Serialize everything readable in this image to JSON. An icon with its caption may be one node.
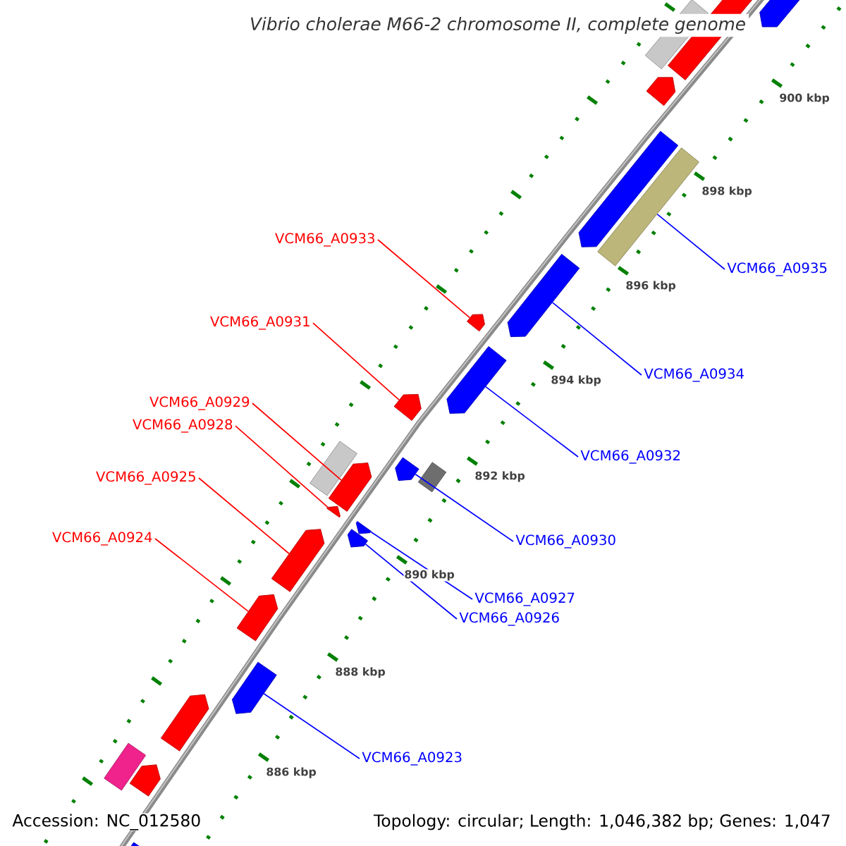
{
  "diagram": {
    "title": "Vibrio cholerae M66-2 chromosome II, complete genome",
    "nodes": [
      {
        "text": [
          "VCM66_A0933"
        ]
      },
      {
        "text": [
          "VCM66_A0935"
        ]
      },
      {
        "text": [
          "VCM66_A0931"
        ]
      },
      {
        "text": [
          "VCM66_A0934"
        ]
      },
      {
        "text": [
          "VCM66_A0929"
        ]
      },
      {
        "text": [
          "VCM66_A0928"
        ]
      },
      {
        "text": [
          "VCM66_A0932"
        ]
      },
      {
        "text": [
          "VCM66_A0925"
        ]
      },
      {
        "text": [
          "VCM66_A0924"
        ]
      },
      {
        "text": [
          "VCM66_A0930"
        ]
      },
      {
        "text": [
          "VCM66_A0927"
        ]
      },
      {
        "text": [
          "VCM66_A0926"
        ]
      },
      {
        "text": [
          "VCM66_A0923"
        ]
      },
      {
        "text": [],
        "shape": "pentagon"
      },
      {
        "text": [],
        "shape": "box"
      },
      {
        "text": [],
        "shape": "pentagon"
      },
      {
        "text": [],
        "shape": "pentagon"
      },
      {
        "text": [],
        "shape": "pentagon"
      },
      {
        "text": [],
        "shape": "box"
      },
      {
        "text": [],
        "shape": "pentagon"
      },
      {
        "text": [],
        "shape": "pentagon"
      },
      {
        "text": [],
        "shape": "pentagon"
      },
      {
        "text": [],
        "shape": "pentagon"
      },
      {
        "text": [],
        "shape": "box"
      },
      {
        "text": [],
        "shape": "pentagon"
      },
      {
        "text": [],
        "shape": "box"
      },
      {
        "text": [],
        "shape": "pentagon"
      },
      {
        "text": [],
        "shape": "pentagon"
      },
      {
        "text": [],
        "shape": "pentagon"
      },
      {
        "text": [],
        "shape": "pentagon"
      },
      {
        "text": [],
        "shape": "pentagon"
      },
      {
        "text": [],
        "shape": "pentagon"
      },
      {
        "text": [],
        "shape": "pentagon"
      },
      {
        "text": [],
        "shape": "pentagon"
      },
      {
        "text": [],
        "shape": "box"
      },
      {
        "text": [],
        "shape": "pentagon"
      },
      {
        "text": [],
        "shape": "pentagon"
      }
    ],
    "edges": [
      {
        "from": 0,
        "to": 20,
        "arrow": "none",
        "color": "#ff0000"
      },
      {
        "from": 1,
        "to": 18,
        "arrow": "none"
      },
      {
        "from": 2,
        "to": 22,
        "arrow": "none",
        "color": "#ff0000"
      },
      {
        "from": 3,
        "to": 19,
        "arrow": "none"
      },
      {
        "from": 4,
        "to": 26,
        "arrow": "none",
        "color": "#ff0000"
      },
      {
        "from": 5,
        "to": 27,
        "arrow": "none",
        "color": "#ff0000"
      },
      {
        "from": 6,
        "to": 21,
        "arrow": "none"
      },
      {
        "from": 7,
        "to": 30,
        "arrow": "none",
        "color": "#ff0000"
      },
      {
        "from": 8,
        "to": 31,
        "arrow": "none",
        "color": "#ff0000"
      },
      {
        "from": 9,
        "to": 24,
        "arrow": "none"
      },
      {
        "from": 10,
        "to": 28,
        "arrow": "none"
      },
      {
        "from": 11,
        "to": 29,
        "arrow": "none"
      },
      {
        "from": 12,
        "to": 32,
        "arrow": "none"
      }
    ],
    "labels": [
      "900 kbp",
      "898 kbp",
      "896 kbp",
      "894 kbp",
      "892 kbp",
      "890 kbp",
      "888 kbp",
      "886 kbp",
      "Accession: NC_012580",
      "Topology: circular; Length: 1,046,382 bp; Genes: 1,047"
    ]
  }
}
